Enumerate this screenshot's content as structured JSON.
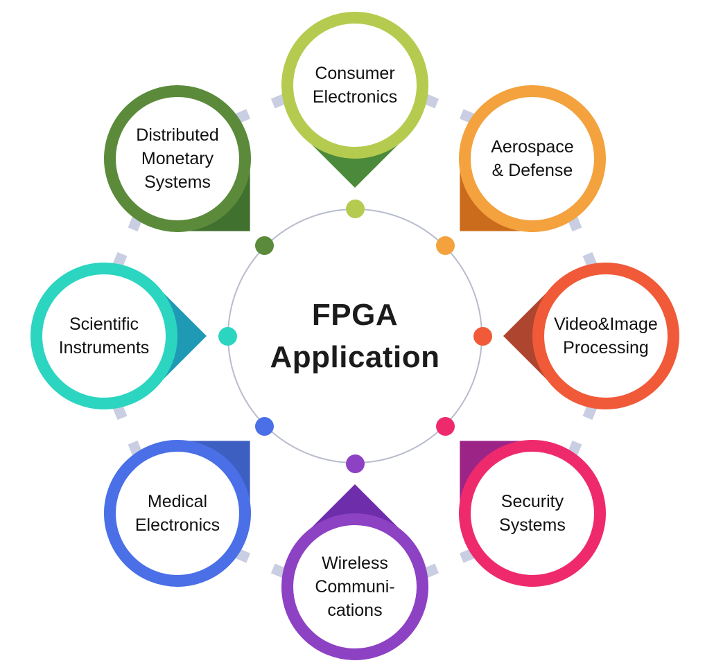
{
  "center": {
    "title_line1": "FPGA",
    "title_line2": "Application",
    "circle_border_color": "#b7bccd",
    "text_color": "#1b1b1b"
  },
  "connector": {
    "dash_color": "#c9cee2"
  },
  "items": [
    {
      "id": "consumer-electronics",
      "label": "Consumer Electronics",
      "label_lines": [
        "Consumer",
        "Electronics"
      ],
      "angle_deg": -90,
      "ring_color": "#b5cb4f",
      "pointer_color": "#4b8a3a",
      "dot_color": "#b5cb4f"
    },
    {
      "id": "aerospace-defense",
      "label": "Aerospace & Defense",
      "label_lines": [
        "Aerospace",
        "& Defense"
      ],
      "angle_deg": -45,
      "ring_color": "#f3a23e",
      "pointer_color": "#cb6c1d",
      "dot_color": "#f3a23e"
    },
    {
      "id": "video-image-processing",
      "label": "Video&Image Processing",
      "label_lines": [
        "Video&Image",
        "Processing"
      ],
      "angle_deg": 0,
      "ring_color": "#f05a38",
      "pointer_color": "#ae452f",
      "dot_color": "#f05a38"
    },
    {
      "id": "security-systems",
      "label": "Security Systems",
      "label_lines": [
        "Security",
        "Systems"
      ],
      "angle_deg": 45,
      "ring_color": "#ee2a6d",
      "pointer_color": "#9c2487",
      "dot_color": "#ee2a6d"
    },
    {
      "id": "wireless-communications",
      "label": "Wireless Communications",
      "label_lines": [
        "Wireless",
        "Communi-",
        "cations"
      ],
      "angle_deg": 90,
      "ring_color": "#8d41c3",
      "pointer_color": "#6e2daa",
      "dot_color": "#8d41c3"
    },
    {
      "id": "medical-electronics",
      "label": "Medical Electronics",
      "label_lines": [
        "Medical",
        "Electronics"
      ],
      "angle_deg": 135,
      "ring_color": "#4a6fe6",
      "pointer_color": "#3d5fc1",
      "dot_color": "#4a6fe6"
    },
    {
      "id": "scientific-instruments",
      "label": "Scientific Instruments",
      "label_lines": [
        "Scientific",
        "Instruments"
      ],
      "angle_deg": 180,
      "ring_color": "#2bd5c0",
      "pointer_color": "#1f9ab5",
      "dot_color": "#2bd5c0"
    },
    {
      "id": "distributed-monetary-systems",
      "label": "Distributed Monetary Systems",
      "label_lines": [
        "Distributed",
        "Monetary",
        "Systems"
      ],
      "angle_deg": -135,
      "ring_color": "#5b8b3a",
      "pointer_color": "#40712f",
      "dot_color": "#5b8b3a"
    }
  ]
}
